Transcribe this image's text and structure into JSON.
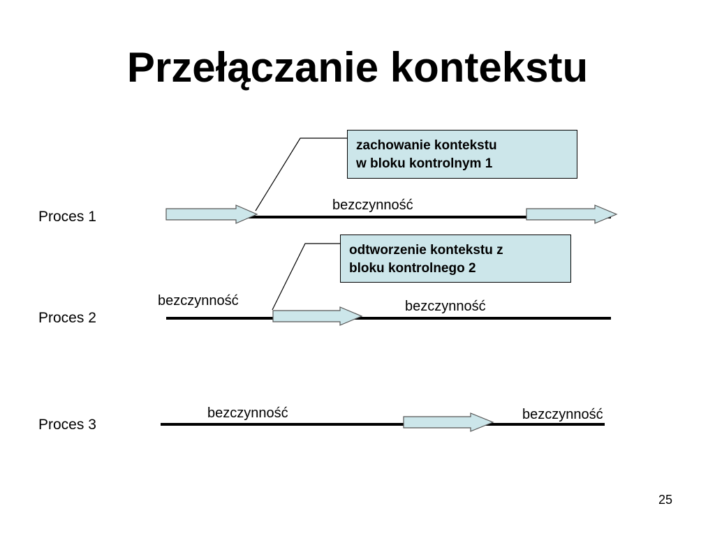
{
  "title": "Przełączanie kontekstu",
  "colors": {
    "arrow_fill": "#cce6ea",
    "callout_fill": "#cce6ea",
    "line": "#000000"
  },
  "processes": [
    {
      "label": "Proces 1",
      "idle_labels": [
        "bezczynność"
      ]
    },
    {
      "label": "Proces 2",
      "idle_labels": [
        "bezczynność",
        "bezczynność"
      ]
    },
    {
      "label": "Proces 3",
      "idle_labels": [
        "bezczynność",
        "bezczynność"
      ]
    }
  ],
  "callouts": {
    "save": {
      "line1": "zachowanie kontekstu",
      "line2": "w bloku kontrolnym 1"
    },
    "restore": {
      "line1": "odtworzenie kontekstu z",
      "line2": "bloku kontrolnego 2"
    }
  },
  "page_number": "25"
}
